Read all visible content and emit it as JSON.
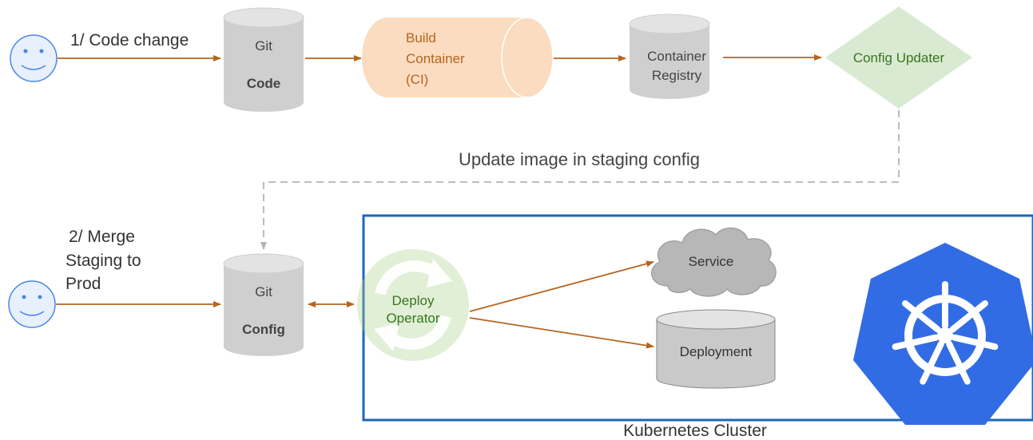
{
  "actors": {
    "dev1_label": "1/ Code change",
    "dev2_label_lines": [
      "2/ Merge",
      "Staging to",
      "Prod"
    ]
  },
  "nodes": {
    "git_code": {
      "line1": "Git",
      "line2": "Code"
    },
    "build": {
      "lines": [
        "Build",
        "Container",
        "(CI)"
      ]
    },
    "registry": {
      "lines": [
        "Container",
        "Registry"
      ]
    },
    "config_updater": {
      "label": "Config Updater"
    },
    "git_config": {
      "line1": "Git",
      "line2": "Config"
    },
    "deploy_operator": {
      "lines": [
        "Deploy",
        "Operator"
      ]
    },
    "service": {
      "label": "Service"
    },
    "deployment": {
      "label": "Deployment"
    }
  },
  "update_label": "Update image in staging config",
  "cluster_label": "Kubernetes Cluster",
  "icons": {
    "face": "smiley-face-icon",
    "refresh": "refresh-cycle-icon",
    "kubernetes": "kubernetes-helm-wheel-icon"
  },
  "colors": {
    "arrow": "#b5651d",
    "dashed": "#b4b4b4",
    "cylinder": "#cfcfcf",
    "build_fill": "#fbdcc0",
    "build_text": "#b5651d",
    "diamond_fill": "#d9ead3",
    "diamond_text": "#38761d",
    "refresh_green": "#a8d08d",
    "cluster_border": "#1c67b8",
    "kubernetes_blue": "#326ce5",
    "face_stroke": "#4a86e8",
    "face_fill": "#e8f0fe"
  }
}
